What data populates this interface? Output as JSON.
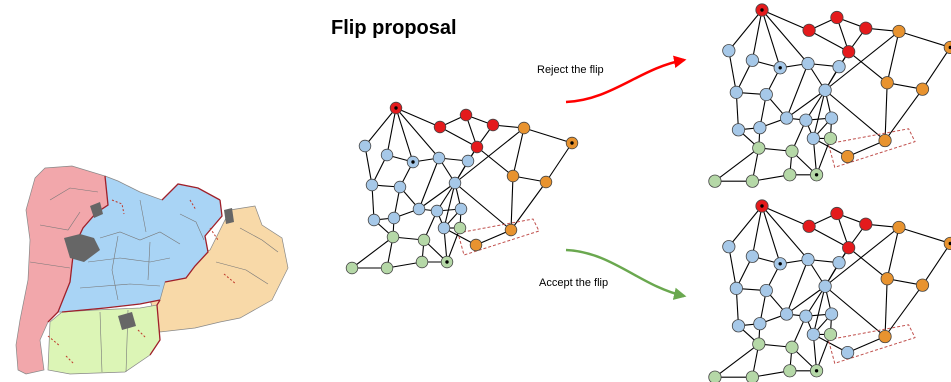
{
  "title": "Flip proposal",
  "reject_label": "Reject the flip",
  "accept_label": "Accept the flip",
  "colors": {
    "district_red": "#e41a1c",
    "district_blue_node": "#a6c8e8",
    "district_green_node": "#b5d8a7",
    "district_orange_node": "#e8932f",
    "map_pink": "#f2a7ab",
    "map_blue": "#a9d4f5",
    "map_green": "#dcf5b6",
    "map_tan": "#f8d9a8",
    "map_gray": "#666666",
    "reject_arrow": "#ff0000",
    "accept_arrow": "#6aa84f",
    "dashed_box": "#c0504d"
  },
  "icons": [
    "district-map",
    "dual-graph",
    "red-arrow",
    "green-arrow"
  ]
}
